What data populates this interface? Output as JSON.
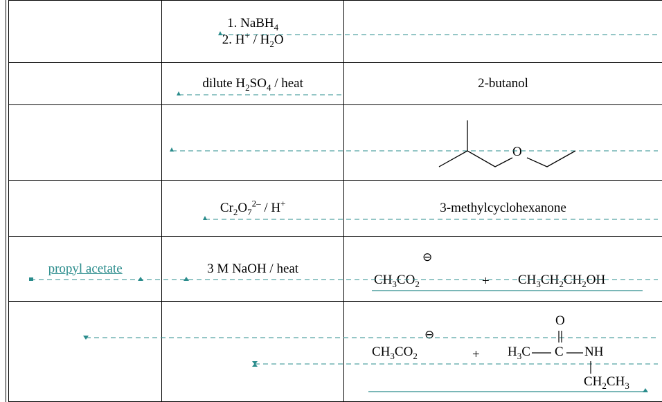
{
  "rows": [
    {
      "reagent_line1": "1. NaBH",
      "reagent_line1_sub": "4",
      "reagent_line2": "2. H",
      "reagent_line2_sup": "+",
      "reagent_line2_rest": " / H",
      "reagent_line2_sub": "2",
      "reagent_line2_end": "O",
      "product": ""
    },
    {
      "reagent_a": "dilute H",
      "reagent_sub1": "2",
      "reagent_b": "SO",
      "reagent_sub2": "4",
      "reagent_c": " / heat",
      "product": "2-butanol"
    },
    {
      "reagent": "",
      "product_atom": "O"
    },
    {
      "reagent_a": "Cr",
      "reagent_sub1": "2",
      "reagent_b": "O",
      "reagent_sub2": "7",
      "reagent_sup1": "2–",
      "reagent_c": " / H",
      "reagent_sup2": "+",
      "product": "3-methylcyclohexanone"
    },
    {
      "reactant": "propyl acetate",
      "reagent": "3 M NaOH / heat",
      "p1_a": "CH",
      "p1_s1": "3",
      "p1_b": "CO",
      "p1_s2": "2",
      "plus": "+",
      "p2_a": "CH",
      "p2_s1": "3",
      "p2_b": "CH",
      "p2_s2": "2",
      "p2_c": "CH",
      "p2_s3": "2",
      "p2_d": "OH",
      "charge": "⊖"
    },
    {
      "p1_a": "CH",
      "p1_s1": "3",
      "p1_b": "CO",
      "p1_s2": "2",
      "charge": "⊖",
      "plus": "+",
      "o_atom": "O",
      "h3c": "H",
      "h3c_sub": "3",
      "h3c_c": "C",
      "c_atom": "C",
      "nh": "NH",
      "ethyl_a": "CH",
      "ethyl_s1": "2",
      "ethyl_b": "CH",
      "ethyl_s2": "3"
    }
  ],
  "colors": {
    "teal": "#2a8c8c",
    "line": "#000000"
  }
}
